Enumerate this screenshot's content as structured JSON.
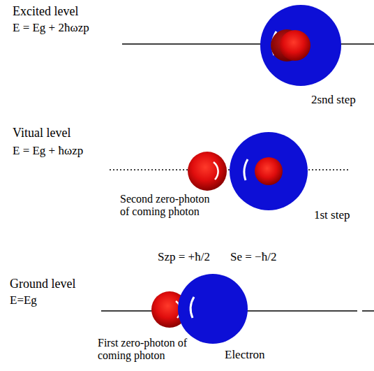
{
  "diagram": {
    "labels": [
      "Excited level",
      "E = Eg + 2ħωzp",
      "2snd step",
      "Vitual level",
      "E = Eg + ħωzp",
      "Second zero-photon of coming photon",
      "1st step",
      "Szp = +ħ/2",
      "Se = −ħ/2",
      "Ground level",
      "E=Eg",
      "First zero-photon of coming photon",
      "Electron"
    ]
  }
}
